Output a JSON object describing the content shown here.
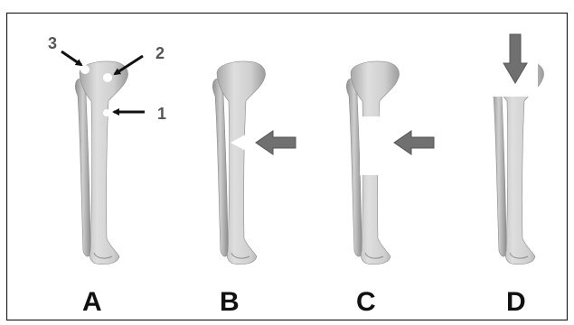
{
  "figure": {
    "panels": [
      {
        "label": "A"
      },
      {
        "label": "B"
      },
      {
        "label": "C"
      },
      {
        "label": "D"
      }
    ],
    "markers": [
      {
        "label": "1"
      },
      {
        "label": "2"
      },
      {
        "label": "3"
      }
    ]
  },
  "colors": {
    "background": "#ffffff",
    "frame": "#222222",
    "bone": "#d6d6d6",
    "bone_shadow": "#9a9a9a",
    "arrow_gray": "#707070",
    "arrow_black": "#111111",
    "label": "#111111",
    "marker_label": "#555555"
  },
  "icons": {
    "arrow_gray": "block-arrow-icon",
    "arrow_black": "black-arrow-icon",
    "marker": "white-dot-icon"
  }
}
